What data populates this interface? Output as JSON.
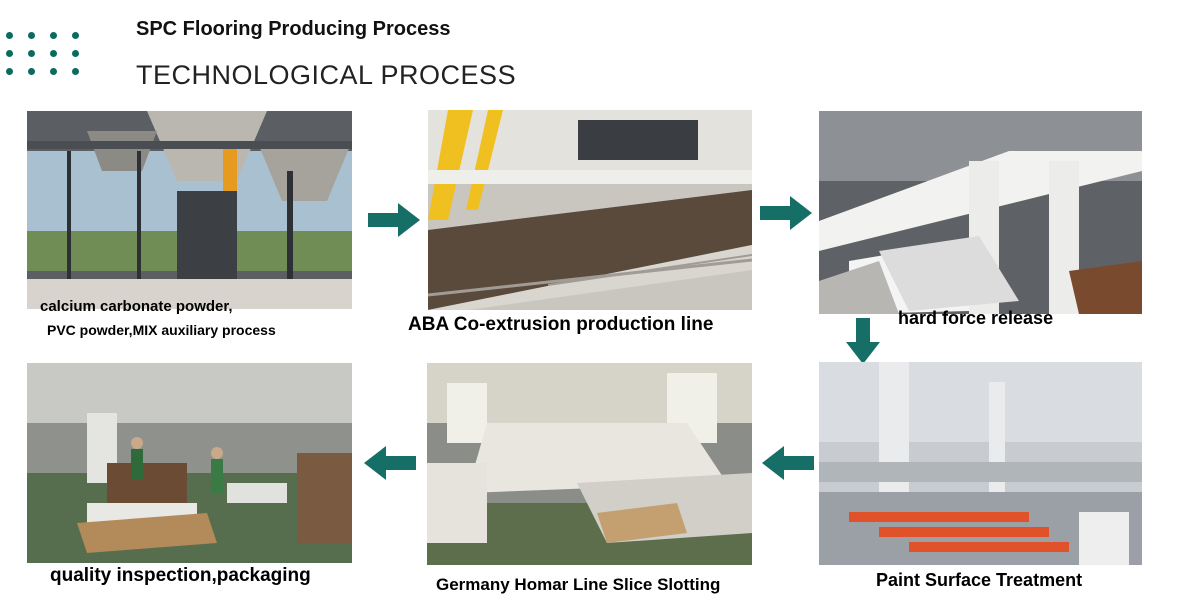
{
  "header": {
    "title": "SPC Flooring Producing Process",
    "subtitle": "TECHNOLOGICAL PROCESS"
  },
  "colors": {
    "accent": "#0d6a5f",
    "arrow": "#166f67"
  },
  "steps": [
    {
      "id": 1,
      "label_line1": "calcium carbonate powder,",
      "label_line2": "PVC powder,MIX auxiliary process",
      "photo": "factory-silos-photo"
    },
    {
      "id": 2,
      "label": "ABA Co-extrusion production line",
      "photo": "extrusion-line-photo"
    },
    {
      "id": 3,
      "label": "hard force release",
      "photo": "sheet-stacking-photo"
    },
    {
      "id": 4,
      "label": "Paint Surface Treatment",
      "photo": "paint-treatment-photo"
    },
    {
      "id": 5,
      "label": "Germany Homar Line Slice Slotting",
      "photo": "slotting-line-photo"
    },
    {
      "id": 6,
      "label": "quality inspection,packaging",
      "photo": "packaging-area-photo"
    }
  ]
}
